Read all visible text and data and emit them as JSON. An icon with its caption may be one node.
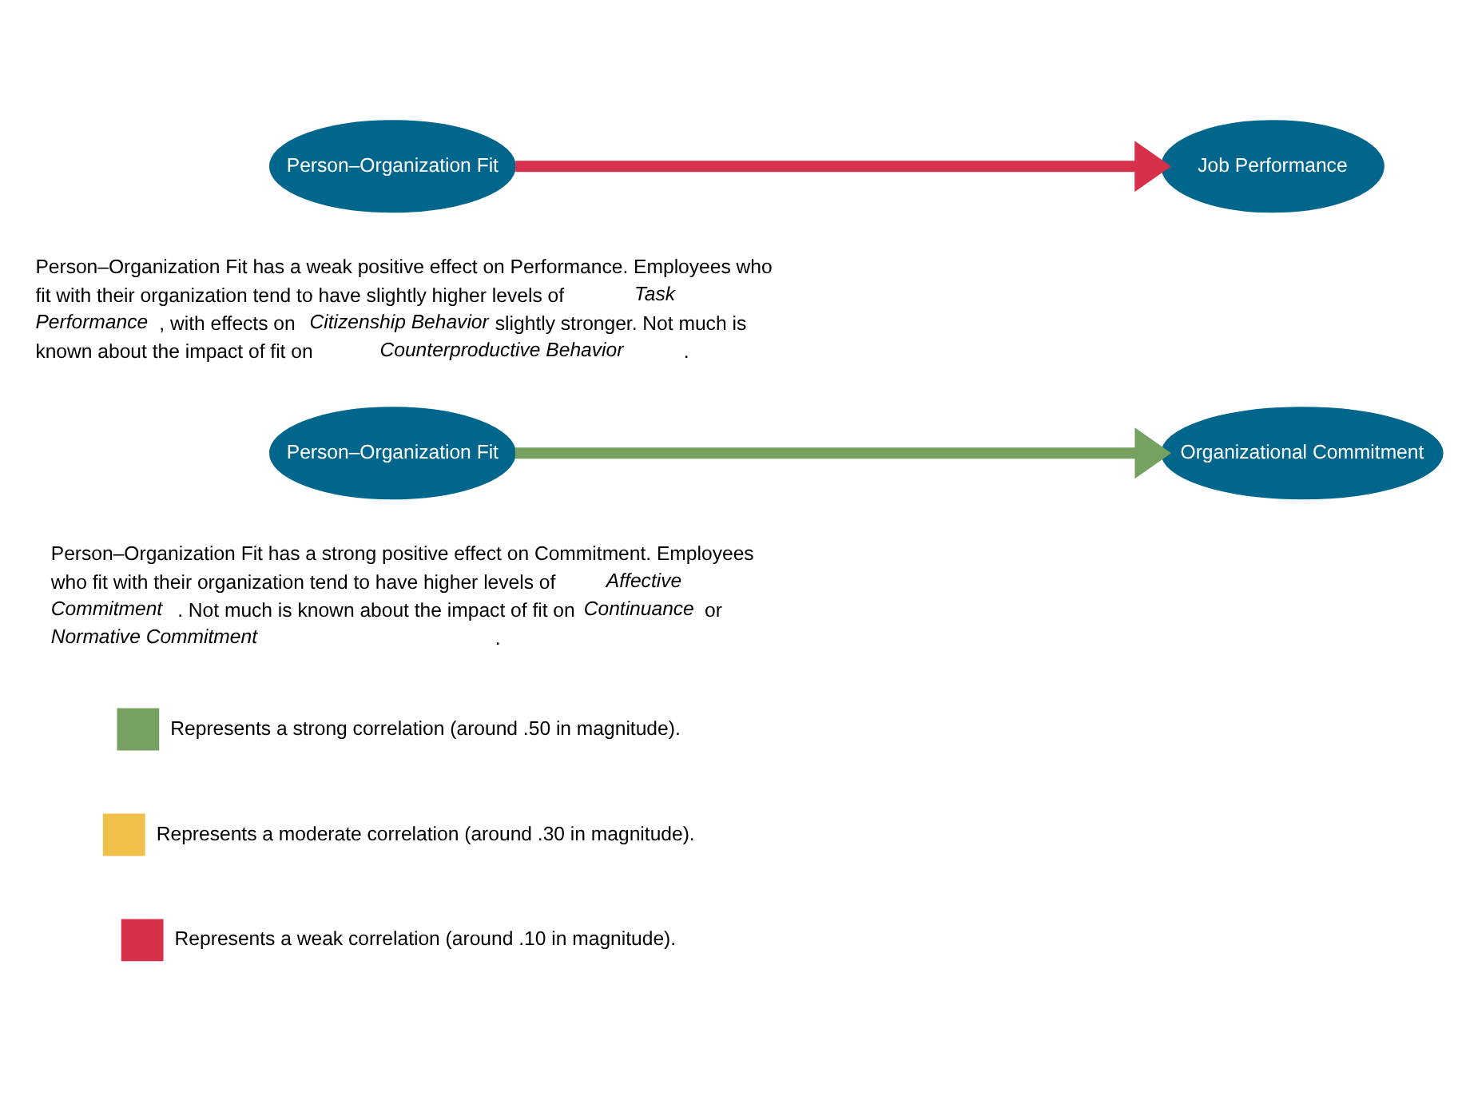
{
  "diagram": {
    "nodes": [
      {
        "text": [
          "Person–Organization Fit"
        ]
      },
      {
        "text": [
          "Job Performance"
        ]
      },
      {
        "text": [
          "Person–Organization Fit"
        ]
      },
      {
        "text": [
          "Organizational Commitment"
        ]
      }
    ],
    "edges": [
      {
        "from": 0,
        "to": 1,
        "arrow": "to",
        "color": "#d7304a"
      },
      {
        "from": 2,
        "to": 3,
        "arrow": "to",
        "color": "#76a160"
      }
    ],
    "labels": [
      "Person–Organization Fit has a weak positive effect on Performance. Employees who fit with their organization tend to have slightly higher levels of *Task Performance*, with effects on *Citizenship Behavior* slightly stronger. Not much is known about the impact of fit on *Counterproductive Behavior*.",
      "Person–Organization Fit has a strong positive effect on Commitment. Employees who fit with their organization tend to have higher levels of *Affective Commitment*. Not much is known about the impact of fit on *Continuance* or *Normative Commitment*."
    ],
    "legend": [
      {
        "text": "Represents a strong correlation (around .50 in magnitude).",
        "color": "#76a160"
      },
      {
        "text": "Represents a moderate correlation (around .30 in magnitude).",
        "color": "#f0c04a"
      },
      {
        "text": "Represents a weak correlation (around .10 in magnitude).",
        "color": "#d7304a"
      }
    ]
  }
}
